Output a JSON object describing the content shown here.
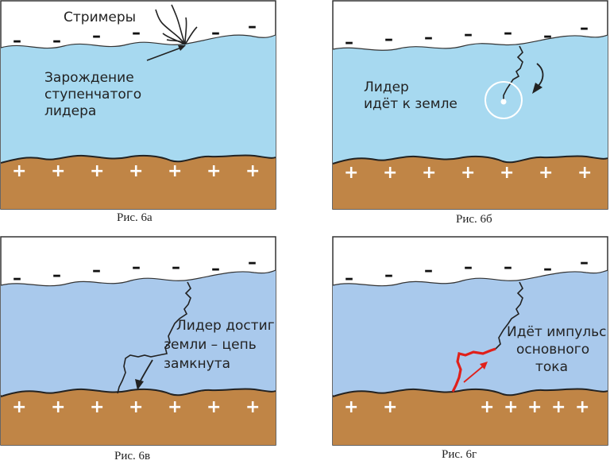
{
  "colors": {
    "sky_light": "#a7d9f0",
    "sky_blue": "#a9c9ec",
    "ground": "#c08546",
    "lightning": "#222222",
    "return_stroke": "#e0201a",
    "white_circle": "#ffffff"
  },
  "panels": [
    {
      "id": "a",
      "caption": "Рис. 6а",
      "labels": [
        "Стримеры",
        "Зарождение",
        "ступенчатого",
        "лидера"
      ]
    },
    {
      "id": "b",
      "caption": "Рис. 6б",
      "labels": [
        "Лидер",
        "идёт к земле"
      ]
    },
    {
      "id": "c",
      "caption": "Рис. 6в",
      "labels": [
        "Лидер достиг",
        "земли – цепь",
        "замкнута"
      ]
    },
    {
      "id": "d",
      "caption": "Рис. 6г",
      "labels": [
        "Идёт импульс",
        "основного",
        "тока"
      ]
    }
  ],
  "signs": {
    "minus": "–",
    "plus": "+"
  }
}
